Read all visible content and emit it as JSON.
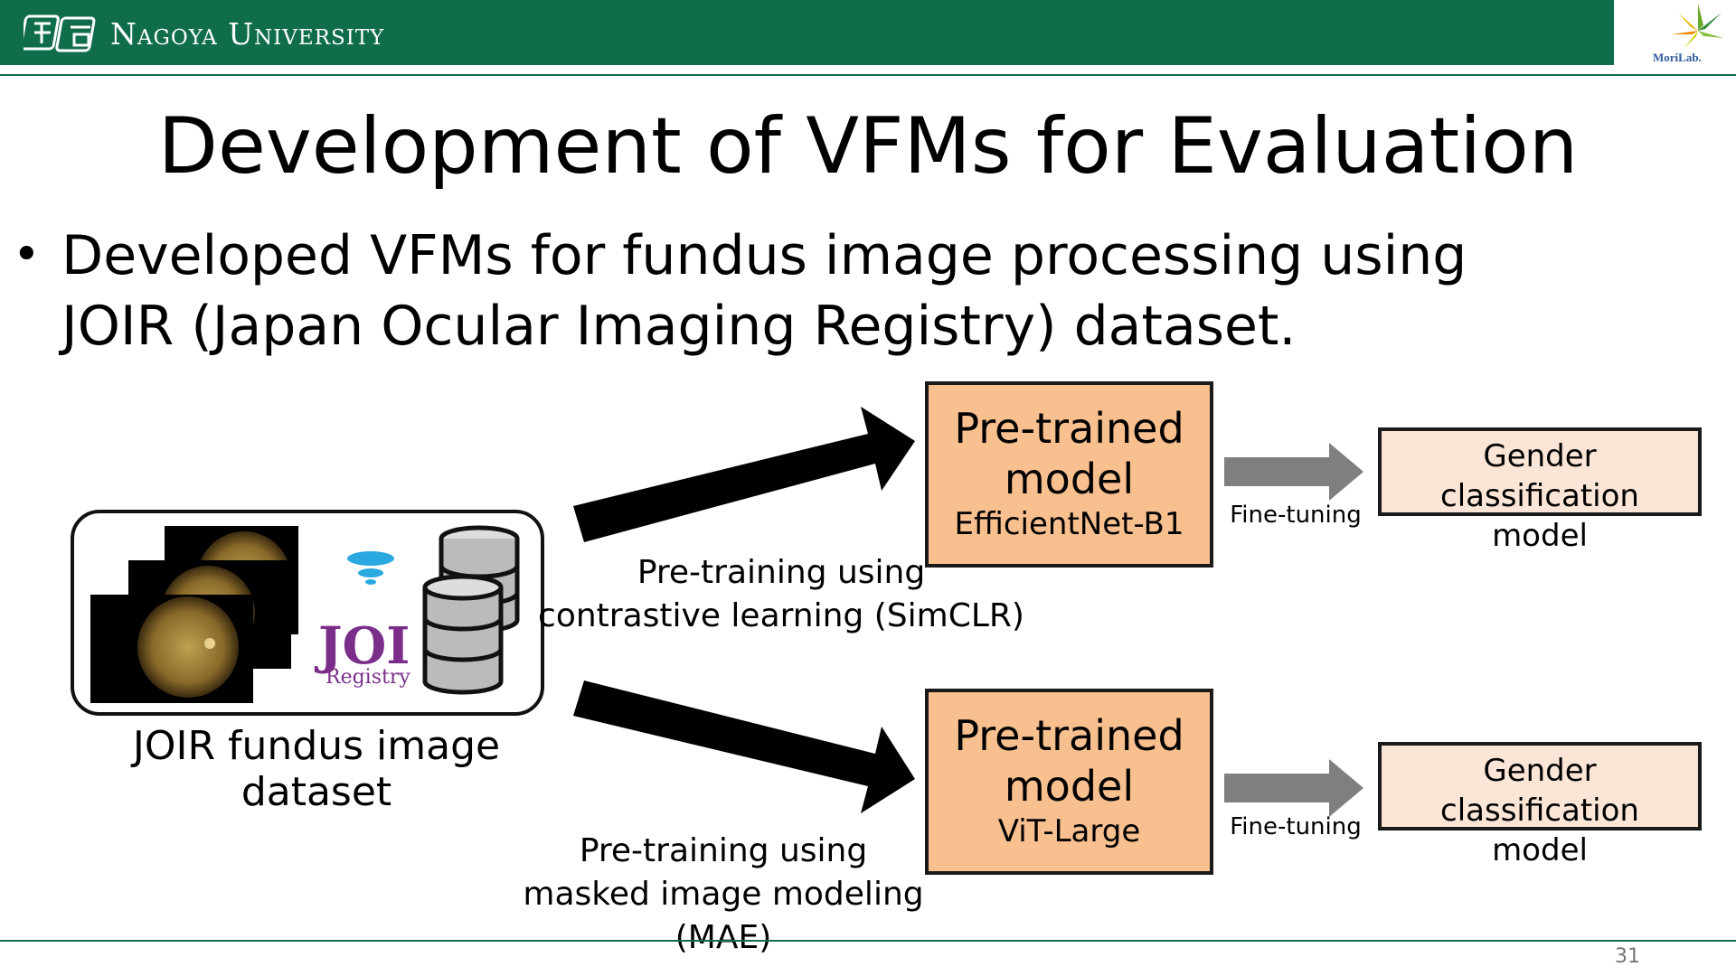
{
  "header": {
    "university_name": "Nagoya University",
    "lab_logo_text": "MoriLab.",
    "colors": {
      "bar": "#0f6d4a"
    }
  },
  "slide": {
    "title": "Development of VFMs for Evaluation",
    "bullet": "Developed VFMs for fundus image processing using JOIR (Japan Ocular Imaging Registry) dataset.",
    "page_number": "31"
  },
  "diagram": {
    "dataset_label": "JOIR fundus image dataset",
    "joi_logo": {
      "letters": "JOI",
      "sub": "Registry"
    },
    "top_branch": {
      "pretraining_label_line1": "Pre-training using",
      "pretraining_label_line2": "contrastive learning (SimCLR)",
      "model_line1": "Pre-trained",
      "model_line2": "model",
      "model_arch": "EfficientNet-B1",
      "finetune_label": "Fine-tuning",
      "downstream_line1": "Gender classification",
      "downstream_line2": "model"
    },
    "bottom_branch": {
      "pretraining_label_line1": "Pre-training using",
      "pretraining_label_line2": "masked image modeling (MAE)",
      "model_line1": "Pre-trained",
      "model_line2": "model",
      "model_arch": "ViT-Large",
      "finetune_label": "Fine-tuning",
      "downstream_line1": "Gender classification",
      "downstream_line2": "model"
    },
    "colors": {
      "model_box": "#f8bf8f",
      "downstream_box": "#fbe5d6",
      "finetune_arrow": "#7f7f7f"
    }
  }
}
